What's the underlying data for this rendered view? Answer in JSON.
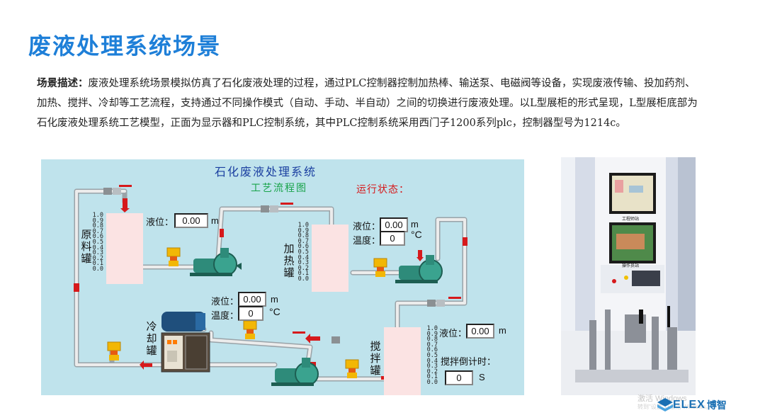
{
  "page_title": "废液处理系统场景",
  "description": {
    "lead": "场景描述：",
    "body": "废液处理系统场景模拟仿真了石化废液处理的过程，通过PLC控制器控制加热棒、输送泵、电磁阀等设备，实现废液传输、投加药剂、加热、搅拌、冷却等工艺流程，支持通过不同操作模式（自动、手动、半自动）之间的切换进行废液处理。以L型展柜的形式呈现，L型展柜底部为石化废液处理系统工艺模型，正面为显示器和PLC控制系统，其中PLC控制系统采用西门子1200系列plc，控制器型号为1214c。"
  },
  "hmi": {
    "title": "石化废液处理系统",
    "subtitle": "工艺流程图",
    "run_status_label": "运行状态：",
    "scale_ticks": [
      "1.0",
      "0.9",
      "0.8",
      "0.7",
      "0.6",
      "0.5",
      "0.4",
      "0.3",
      "0.2",
      "0.1",
      "0.0"
    ],
    "raw_tank": {
      "name": "原料罐",
      "level_label": "液位：",
      "level_value": "0.00",
      "level_unit": "m"
    },
    "heat_tank": {
      "name": "加热罐",
      "level_label": "液位：",
      "level_value": "0.00",
      "level_unit": "m",
      "temp_label": "温度：",
      "temp_value": "0",
      "temp_unit": "°C"
    },
    "cool_tank": {
      "name": "冷却罐",
      "level_label": "液位：",
      "level_value": "0.00",
      "level_unit": "m",
      "temp_label": "温度：",
      "temp_value": "0",
      "temp_unit": "°C"
    },
    "mix_tank": {
      "name": "搅拌罐",
      "level_label": "液位：",
      "level_value": "0.00",
      "level_unit": "m",
      "countdown_label": "搅拌倒计时：",
      "countdown_value": "0",
      "countdown_unit": "S"
    }
  },
  "photo": {
    "screen_top_label": "工程师站",
    "screen_bottom_label": "操作员站"
  },
  "watermark": {
    "line1": "激活 Windows",
    "line2": "转到\"设置\"以激活 Windows。"
  },
  "logo": {
    "brand": "ELEX",
    "cn": "博智"
  },
  "colors": {
    "title": "#1e7fd8",
    "hmi_bg": "#bfe3ec",
    "tank_fill": "#fbe3e3",
    "pipe": "#e6e6e6",
    "arrow": "#d6191b",
    "pump": "#2e8b7a",
    "valve": "#f2b705"
  }
}
